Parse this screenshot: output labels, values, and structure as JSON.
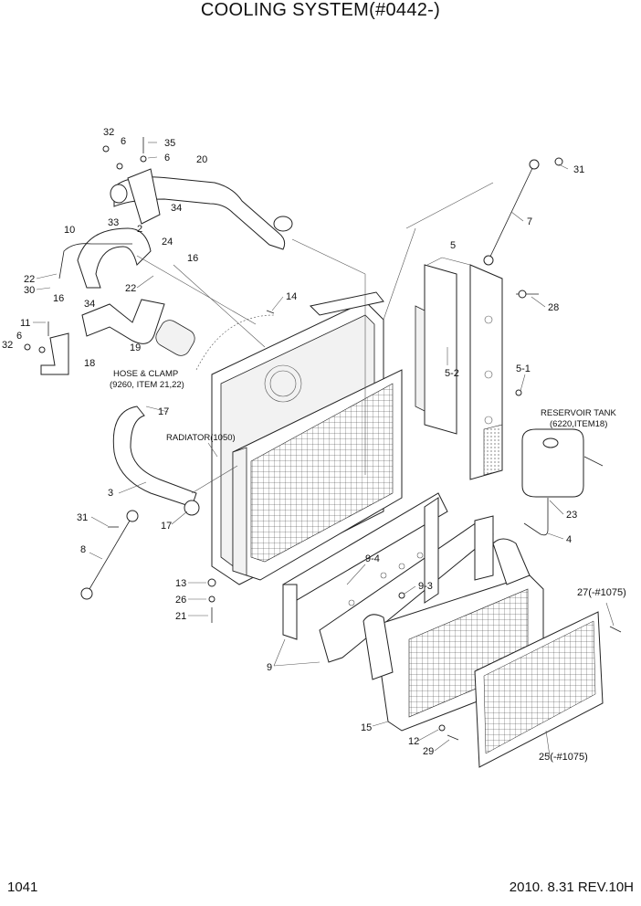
{
  "title": "COOLING SYSTEM(#0442-)",
  "page_number": "1041",
  "revision": "2010. 8.31 REV.10H",
  "notes": {
    "hose_clamp_1": "HOSE & CLAMP",
    "hose_clamp_2": "(9260, ITEM 21,22)",
    "radiator": "RADIATOR(1050)",
    "reservoir_1": "RESERVOIR TANK",
    "reservoir_2": "(6220,ITEM18)"
  },
  "callouts": {
    "c32a": "32",
    "c6a": "6",
    "c35": "35",
    "c6b": "6",
    "c20": "20",
    "c31a": "31",
    "c33": "33",
    "c34a": "34",
    "c10": "10",
    "c2": "2",
    "c24": "24",
    "c16a": "16",
    "c7": "7",
    "c22a": "22",
    "c30": "30",
    "c16b": "16",
    "c22b": "22",
    "c5": "5",
    "c14": "14",
    "c34b": "34",
    "c28": "28",
    "c11": "11",
    "c6c": "6",
    "c32b": "32",
    "c19": "19",
    "c18": "18",
    "c5_2": "5-2",
    "c5_1": "5-1",
    "c17a": "17",
    "c3": "3",
    "c31b": "31",
    "c17b": "17",
    "c23": "23",
    "c4": "4",
    "c8": "8",
    "c9_4": "9-4",
    "c9_3": "9-3",
    "c13": "13",
    "c26": "26",
    "c21": "21",
    "c27": "27(-#1075)",
    "c9": "9",
    "c15": "15",
    "c12": "12",
    "c29": "29",
    "c25": "25(-#1075)"
  }
}
